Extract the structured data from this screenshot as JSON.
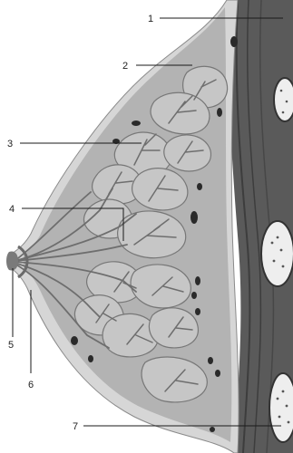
{
  "labels": [
    {
      "id": "1",
      "text": "1"
    },
    {
      "id": "2",
      "text": "2"
    },
    {
      "id": "3",
      "text": "3"
    },
    {
      "id": "4",
      "text": "4"
    },
    {
      "id": "5",
      "text": "5"
    },
    {
      "id": "6",
      "text": "6"
    },
    {
      "id": "7",
      "text": "7"
    }
  ],
  "colors": {
    "background": "#ffffff",
    "skin": "#d6d6d6",
    "fat": "#b3b3b3",
    "lobule_fill": "#c6c6c6",
    "lobule_stroke": "#777777",
    "duct": "#6e6e6e",
    "muscle": "#5a5a5a",
    "muscle_stripe": "#3d3d3d",
    "rib": "#eeeeee",
    "vessel": "#2a2a2a",
    "line": "#1a1a1a"
  }
}
